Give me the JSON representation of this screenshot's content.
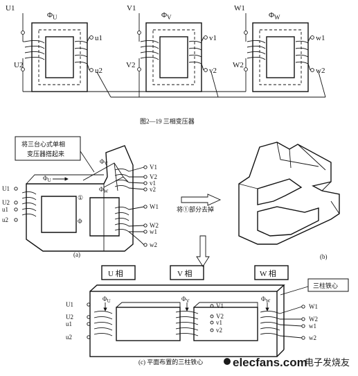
{
  "fig1": {
    "caption": "图2—19  三相变压器",
    "units": [
      {
        "top": "U1",
        "bottom": "U2",
        "out_top": "u1",
        "out_bottom": "u2",
        "flux": "Φ",
        "flux_sub": "U"
      },
      {
        "top": "V1",
        "bottom": "V2",
        "out_top": "v1",
        "out_bottom": "v2",
        "flux": "Φ",
        "flux_sub": "V"
      },
      {
        "top": "W1",
        "bottom": "W2",
        "out_top": "w1",
        "out_bottom": "w2",
        "flux": "Φ",
        "flux_sub": "W"
      }
    ]
  },
  "fig2": {
    "callout": [
      "将三台心式单相",
      "变压器搭起来"
    ],
    "arrow_text": "将①部分去掉",
    "marker": "①",
    "sub_a": "(a)",
    "sub_b": "(b)",
    "flux_u": "Φ",
    "flux_u_sub": "U",
    "flux_v": "Φ",
    "flux_v_sub": "V",
    "flux_w": "Φ",
    "flux_w_sub": "W",
    "left_labels": [
      "U1",
      "U2",
      "u1",
      "u2"
    ],
    "right_labels": [
      "V1",
      "V2",
      "v1",
      "v2",
      "W1",
      "W2",
      "w1",
      "w2"
    ]
  },
  "fig3": {
    "phase_labels": [
      "U 相",
      "V 相",
      "W 相"
    ],
    "callout": "三柱铁心",
    "flux_u": "Φ",
    "flux_u_sub": "U",
    "flux_v": "Φ",
    "flux_v_sub": "V",
    "flux_w": "Φ",
    "flux_w_sub": "W",
    "left_labels": [
      "U1",
      "U2",
      "u1",
      "u2"
    ],
    "mid_labels": [
      "V1",
      "V2",
      "v1",
      "v2"
    ],
    "right_labels": [
      "W1",
      "W2",
      "w1",
      "w2"
    ],
    "caption": "(c) 平面布置的三柱铁心"
  },
  "watermark": {
    "brand": "elecfans.com",
    "chinese": "电子发烧友"
  }
}
